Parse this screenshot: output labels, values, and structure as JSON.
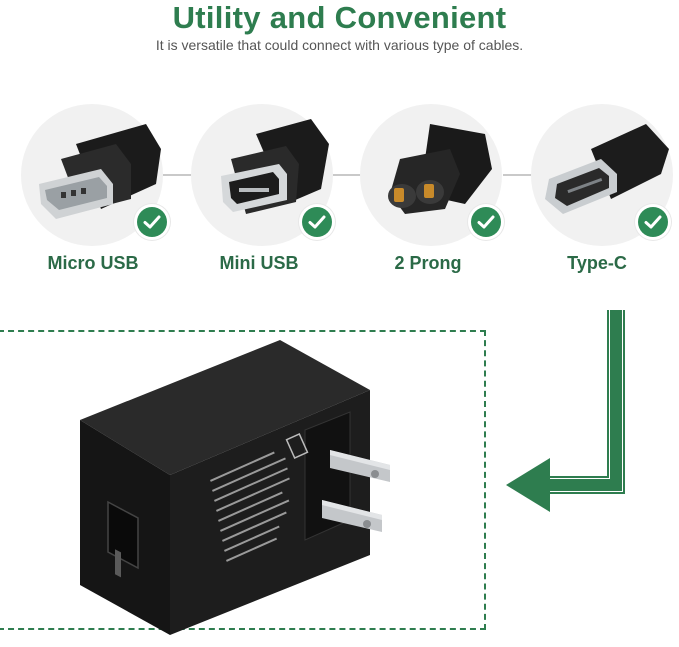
{
  "header": {
    "title": "Utility and Convenient",
    "subtitle": "It is versatile that could connect with various type of cables."
  },
  "connectors": [
    {
      "label": "Micro USB",
      "icon": "micro-usb-plug-icon"
    },
    {
      "label": "Mini USB",
      "icon": "mini-usb-plug-icon"
    },
    {
      "label": "2 Prong",
      "icon": "two-prong-plug-icon"
    },
    {
      "label": "Type-C",
      "icon": "type-c-plug-icon"
    }
  ],
  "colors": {
    "accent": "#2e7d4f",
    "label": "#2b6a47",
    "circle_bg": "#f1f1f1"
  },
  "product": {
    "icon": "usb-wall-adapter-icon"
  }
}
